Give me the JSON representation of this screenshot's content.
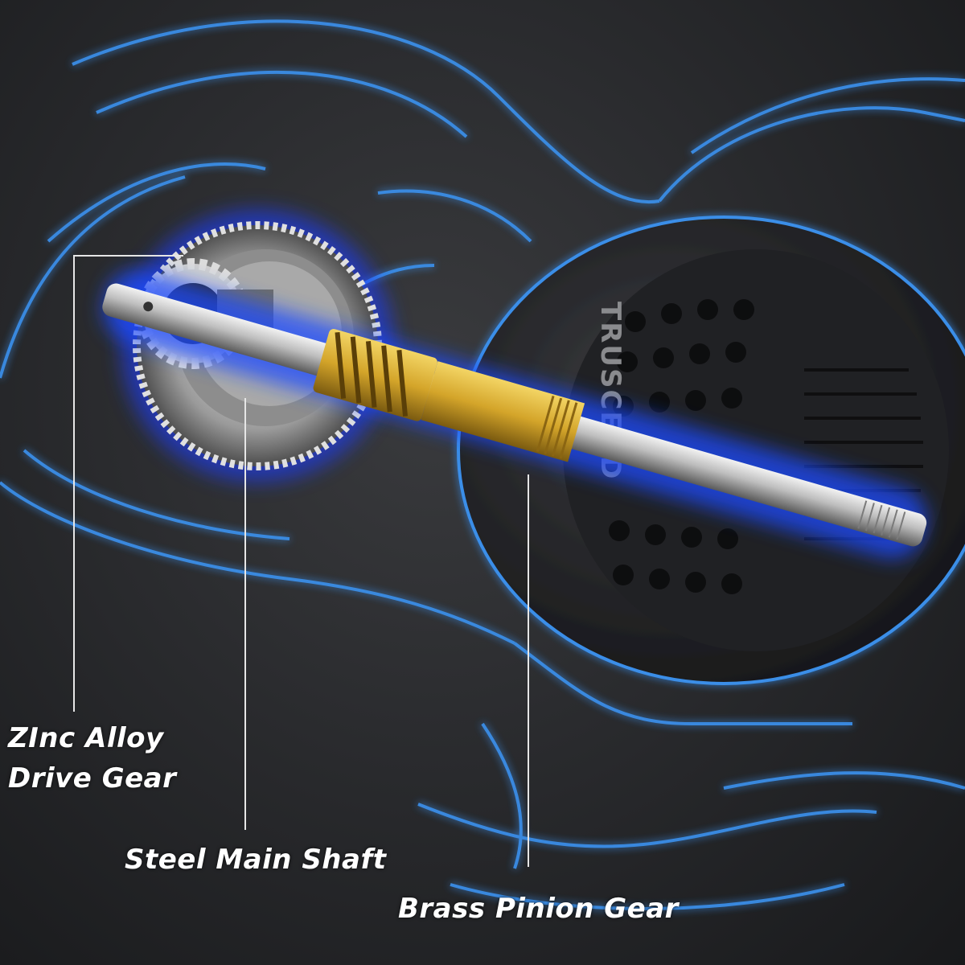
{
  "product": {
    "brand_text": "TRUSCEND"
  },
  "callouts": [
    {
      "id": "drive-gear",
      "lines": [
        "ZInc Alloy",
        "Drive Gear"
      ]
    },
    {
      "id": "main-shaft",
      "lines": [
        "Steel Main Shaft"
      ]
    },
    {
      "id": "pinion-gear",
      "lines": [
        "Brass Pinion Gear"
      ]
    }
  ],
  "colors": {
    "outline_glow": "#3a8ee8",
    "shaft_glow": "#1a4cff",
    "brass": "#d4a52a",
    "steel": "#c9c9c9",
    "label_text": "#ffffff",
    "leader_line": "#e6e6e6"
  }
}
